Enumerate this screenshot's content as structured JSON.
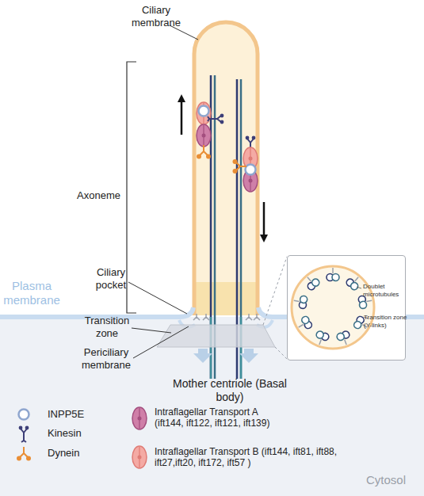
{
  "diagram": {
    "nodes": [
      {
        "text": [
          "Doublet microtubules",
          "Transition zone (Y-links)"
        ]
      }
    ],
    "labels": [
      "Ciliary membrane",
      "Axoneme",
      "Ciliary pocket",
      "Plasma membrane",
      "Transition zone",
      "Periciliary membrane",
      "Mother centriole (Basal body)",
      "Cytosol"
    ],
    "legend": [
      {
        "text": "INPP5E"
      },
      {
        "text": "Kinesin"
      },
      {
        "text": "Dynein"
      },
      {
        "text": "Intraflagellar Transport A (ift144, ift122, ift121, ift139)"
      },
      {
        "text": "Intraflagellar Transport B (ift144, ift81, ift88, ift27,ift20, ift172, ift57 )"
      }
    ]
  }
}
